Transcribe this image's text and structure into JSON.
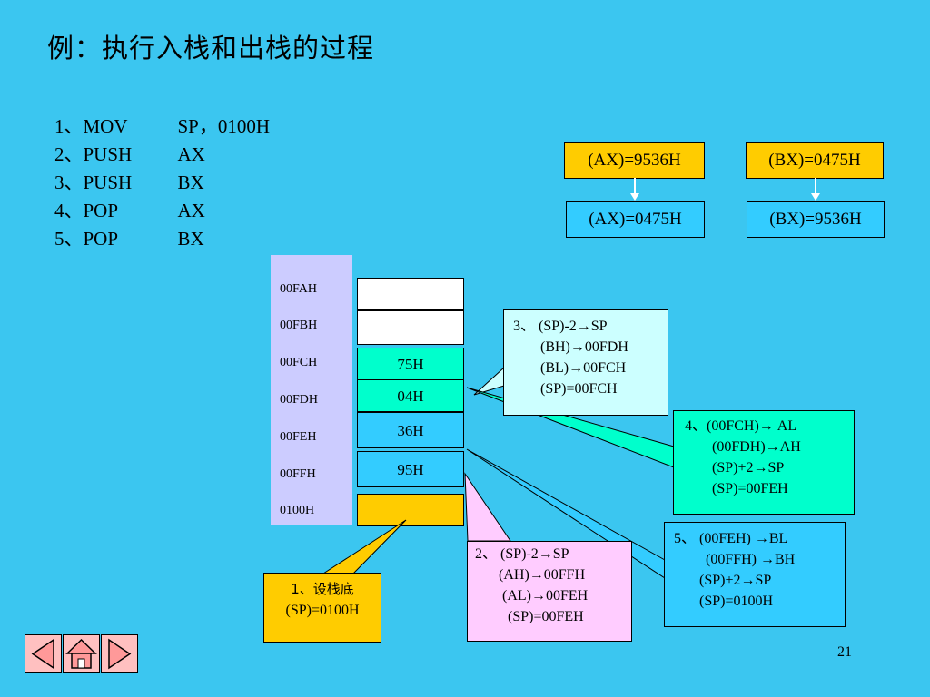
{
  "title": "例：执行入栈和出栈的过程",
  "instructions": [
    {
      "num": "1、",
      "op": "MOV",
      "operand": "SP，0100H"
    },
    {
      "num": "2、",
      "op": "PUSH",
      "operand": "AX"
    },
    {
      "num": "3、",
      "op": "PUSH",
      "operand": "BX"
    },
    {
      "num": "4、",
      "op": "POP",
      "operand": "AX"
    },
    {
      "num": "5、",
      "op": "POP",
      "operand": "BX"
    }
  ],
  "registers": {
    "ax_before": "(AX)=9536H",
    "bx_before": "(BX)=0475H",
    "ax_after": "(AX)=0475H",
    "bx_after": "(BX)=9536H"
  },
  "stack": {
    "addresses": [
      "00FAH",
      "00FBH",
      "00FCH",
      "00FDH",
      "00FEH",
      "00FFH",
      "0100H"
    ],
    "values": {
      "fc": "75H",
      "fd": "04H",
      "fe": "36H",
      "ff": "95H"
    }
  },
  "notes": {
    "step1": [
      "1、设栈底",
      "(SP)=0100H"
    ],
    "step2": [
      "2、 (SP)-2→SP",
      "(AH)→00FFH",
      "(AL)→00FEH",
      "(SP)=00FEH"
    ],
    "step3": [
      "3、 (SP)-2→SP",
      "(BH)→00FDH",
      "(BL)→00FCH",
      "(SP)=00FCH"
    ],
    "step4": [
      "4、(00FCH)→ AL",
      "(00FDH)→AH",
      "(SP)+2→SP",
      "(SP)=00FEH"
    ],
    "step5": [
      "5、 (00FEH) →BL",
      "(00FFH) →BH",
      "(SP)+2→SP",
      "(SP)=0100H"
    ]
  },
  "page_number": "21",
  "colors": {
    "background": "#3bc6f0",
    "yellow": "#ffcc00",
    "green": "#00ffcc",
    "pink": "#ffccff",
    "lightcyan": "#ccffff",
    "blue": "#33ccff",
    "lavender": "#ccccff"
  },
  "nav_icons": [
    "prev-arrow-icon",
    "home-icon",
    "next-arrow-icon"
  ]
}
